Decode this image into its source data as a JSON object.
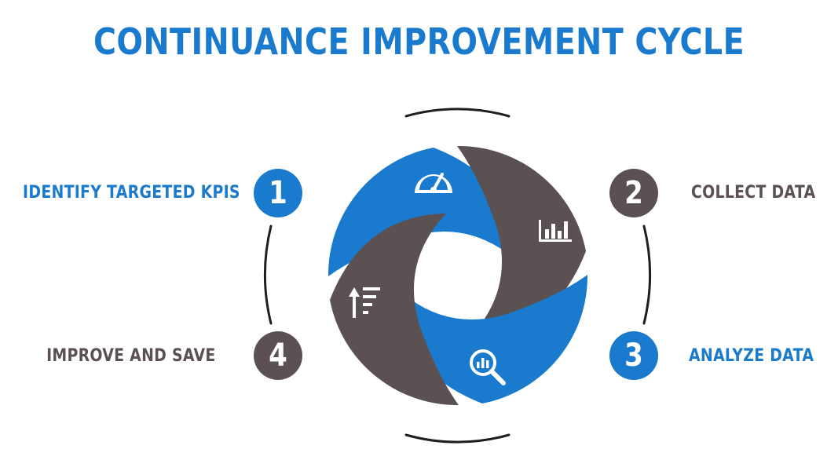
{
  "title": "CONTINUANCE IMPROVEMENT CYCLE",
  "steps": [
    {
      "number": "1",
      "label": "IDENTIFY TARGETED KPIS",
      "color": "#1a7acd",
      "icon": "speedometer-icon"
    },
    {
      "number": "2",
      "label": "COLLECT DATA",
      "color": "#5b5152",
      "icon": "bar-chart-icon"
    },
    {
      "number": "3",
      "label": "ANALYZE DATA",
      "color": "#1a7acd",
      "icon": "magnifier-chart-icon"
    },
    {
      "number": "4",
      "label": "IMPROVE AND SAVE",
      "color": "#5b5152",
      "icon": "sort-list-icon"
    }
  ],
  "colors": {
    "blue": "#1a7acd",
    "gray": "#5b5152",
    "line": "#1e1e1e"
  }
}
